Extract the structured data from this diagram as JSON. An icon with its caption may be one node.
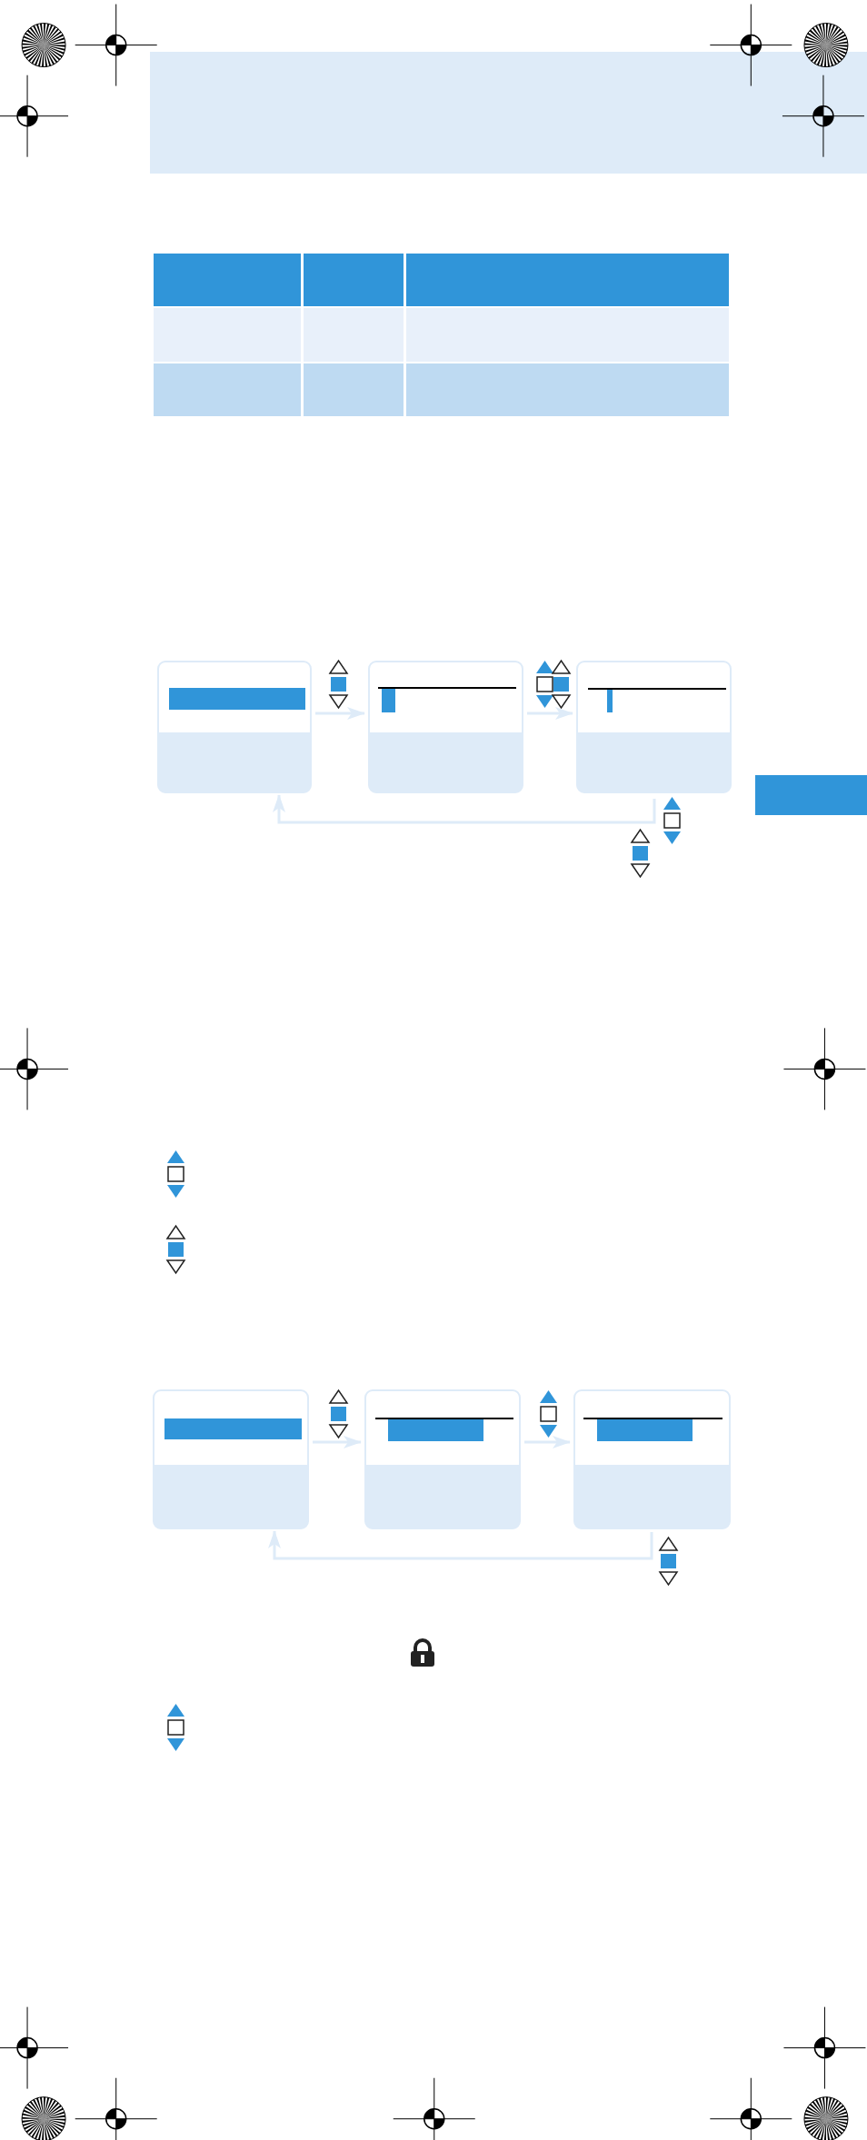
{
  "diagram": {
    "nodes": [
      {
        "text": [],
        "shape": "box"
      },
      {
        "text": [],
        "shape": "box"
      },
      {
        "text": [],
        "shape": "box"
      },
      {
        "text": [],
        "shape": "box"
      },
      {
        "text": [],
        "shape": "box"
      },
      {
        "text": [],
        "shape": "box"
      },
      {
        "text": [],
        "shape": "bar"
      }
    ],
    "edges": [
      {
        "from": 0,
        "to": 1,
        "arrow": "to"
      },
      {
        "from": 1,
        "to": 2,
        "arrow": "to"
      },
      {
        "from": 2,
        "to": 0,
        "arrow": "to"
      },
      {
        "from": 3,
        "to": 4,
        "arrow": "to"
      },
      {
        "from": 4,
        "to": 5,
        "arrow": "to"
      },
      {
        "from": 5,
        "to": 3,
        "arrow": "to"
      }
    ]
  }
}
